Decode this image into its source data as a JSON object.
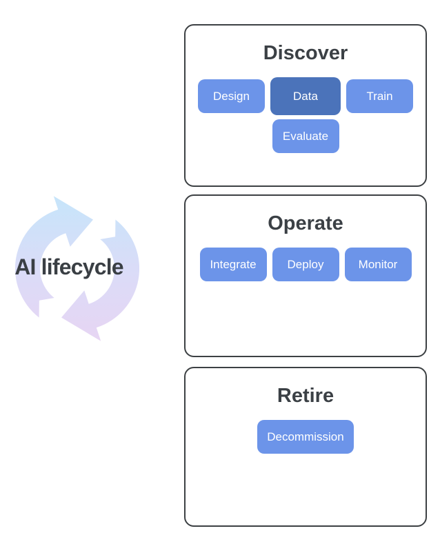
{
  "lifecycle": {
    "label": "AI lifecycle",
    "icon": "cycle-arrows-icon"
  },
  "cards": [
    {
      "title": "Discover",
      "chips": [
        {
          "label": "Design",
          "active": false
        },
        {
          "label": "Data",
          "active": true
        },
        {
          "label": "Train",
          "active": false
        },
        {
          "label": "Evaluate",
          "active": false
        }
      ]
    },
    {
      "title": "Operate",
      "chips": [
        {
          "label": "Integrate",
          "active": false
        },
        {
          "label": "Deploy",
          "active": false
        },
        {
          "label": "Monitor",
          "active": false
        }
      ]
    },
    {
      "title": "Retire",
      "chips": [
        {
          "label": "Decommission",
          "active": false
        }
      ]
    }
  ],
  "colors": {
    "chip_bg": "#6c94e9",
    "chip_active_bg": "#4b73ba",
    "chip_text": "#ffffff",
    "card_border": "#3c4043",
    "title_text": "#3b4045",
    "label_text": "#3a3f44",
    "grad_top": "#c6e5fa",
    "grad_mid": "#dadcf8",
    "grad_bottom": "#e7d5f3",
    "background": "#ffffff"
  }
}
